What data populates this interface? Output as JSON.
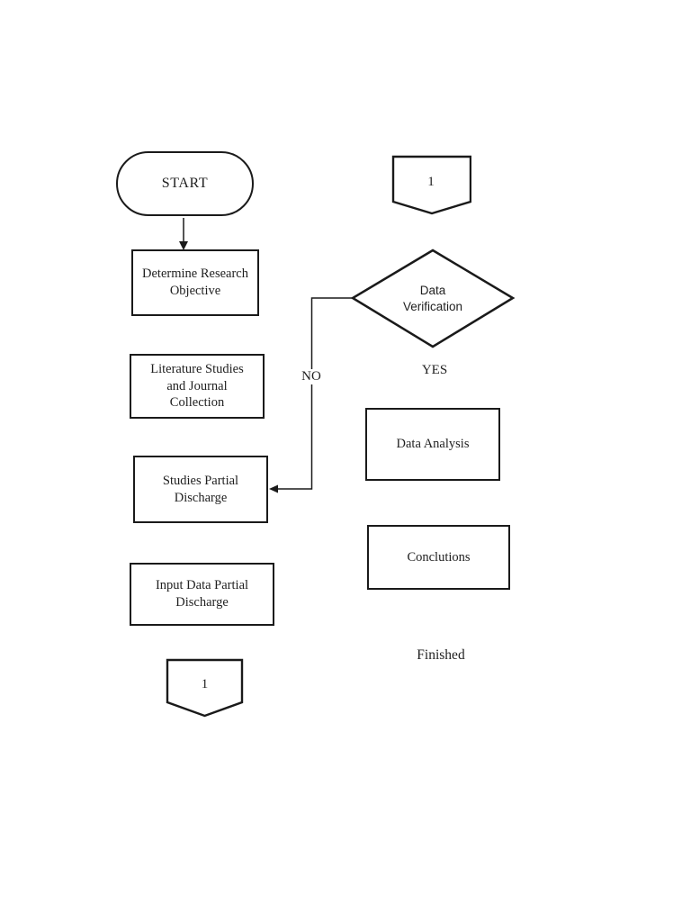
{
  "page": {
    "background": "#ffffff"
  },
  "flowchart": {
    "colors": {
      "shape_stroke": "#1a1a1a",
      "line_stroke": "#1a1a1a",
      "text": "#1f1f1f",
      "fill": "#ffffff"
    },
    "nodes": {
      "start": {
        "type": "terminator",
        "label": "START"
      },
      "page_connector_top": {
        "type": "off-page-connector",
        "label": "1"
      },
      "determine_objective": {
        "type": "process",
        "label": "Determine Research Objective"
      },
      "literature_studies": {
        "type": "process",
        "label": "Literature Studies and Journal Collection"
      },
      "studies_partial_discharge": {
        "type": "process",
        "label": "Studies Partial Discharge"
      },
      "input_data_partial_discharge": {
        "type": "process",
        "label": "Input Data Partial Discharge"
      },
      "page_connector_bottom": {
        "type": "off-page-connector",
        "label": "1"
      },
      "data_verification": {
        "type": "decision",
        "label": "Data Verification"
      },
      "data_analysis": {
        "type": "process",
        "label": "Data Analysis"
      },
      "conclutions": {
        "type": "process",
        "label": "Conclutions"
      },
      "finished": {
        "type": "text",
        "label": "Finished"
      }
    },
    "edges": {
      "no_label": "NO",
      "yes_label": "YES"
    }
  }
}
